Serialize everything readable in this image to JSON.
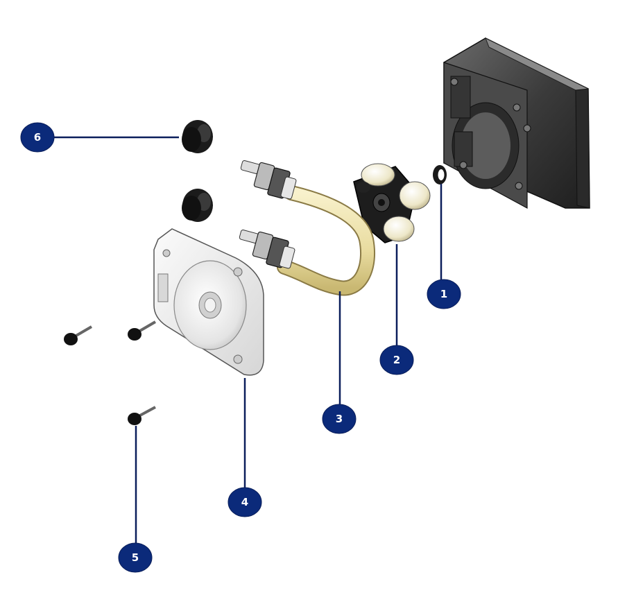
{
  "callouts": [
    {
      "id": "1",
      "label": "1"
    },
    {
      "id": "2",
      "label": "2"
    },
    {
      "id": "3",
      "label": "3"
    },
    {
      "id": "4",
      "label": "4"
    },
    {
      "id": "5",
      "label": "5"
    },
    {
      "id": "6",
      "label": "6"
    }
  ],
  "colors": {
    "callout": "#0b2a7a",
    "line": "#0b1e5b",
    "housing": "#3a3a3a",
    "tubing": "#efe4b0",
    "rotor": "#1e1e1e",
    "plate": "#eeeeee"
  }
}
